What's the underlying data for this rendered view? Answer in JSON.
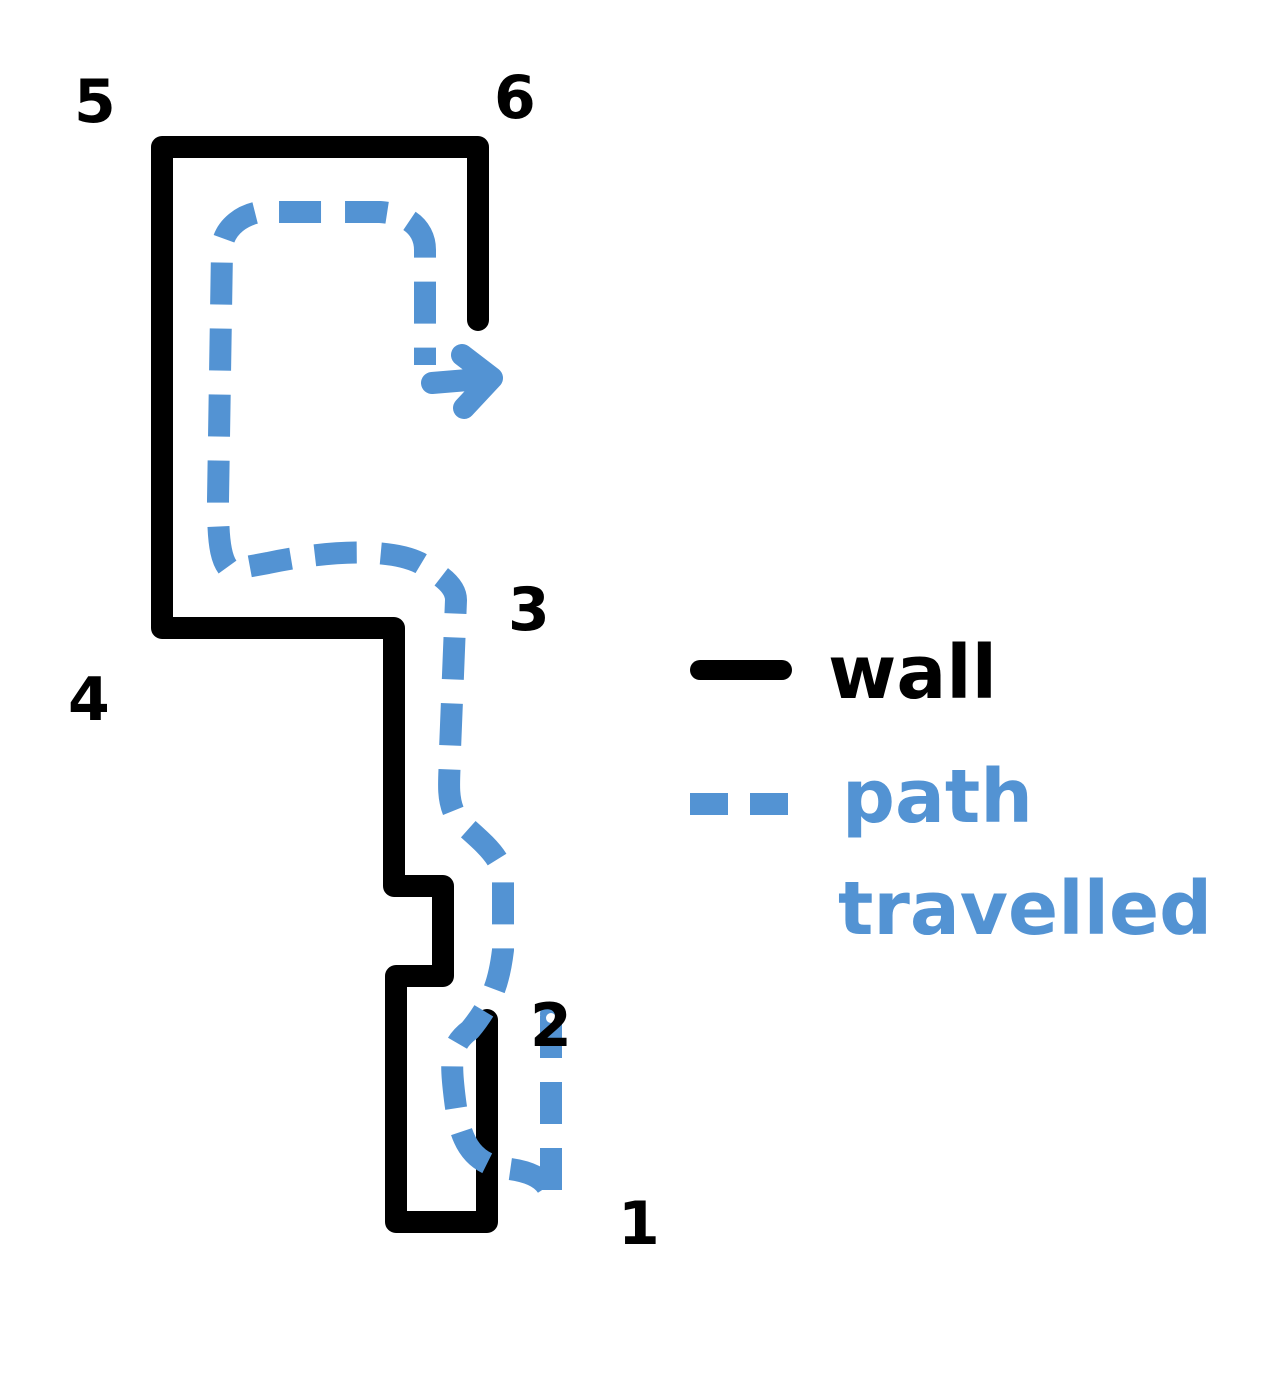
{
  "corners": [
    {
      "id": "1",
      "label": "1"
    },
    {
      "id": "2",
      "label": "2"
    },
    {
      "id": "3",
      "label": "3"
    },
    {
      "id": "4",
      "label": "4"
    },
    {
      "id": "5",
      "label": "5"
    },
    {
      "id": "6",
      "label": "6"
    }
  ],
  "legend": {
    "wall": {
      "label": "wall",
      "color": "#000000"
    },
    "path": {
      "label_line1": "path",
      "label_line2": "travelled",
      "color": "#5393d3"
    }
  }
}
